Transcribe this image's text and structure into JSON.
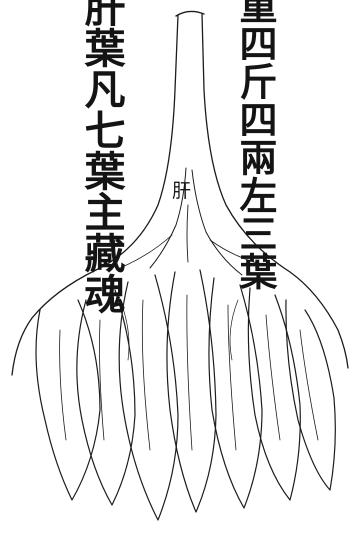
{
  "text_columns": {
    "left": "肝葉凡七葉主藏魂",
    "right": "重四斤四兩左三葉"
  },
  "illustration": {
    "label": "肝",
    "icon": "liver-illustration"
  },
  "colors": {
    "ink": "#141414",
    "paper": "#ffffff"
  }
}
